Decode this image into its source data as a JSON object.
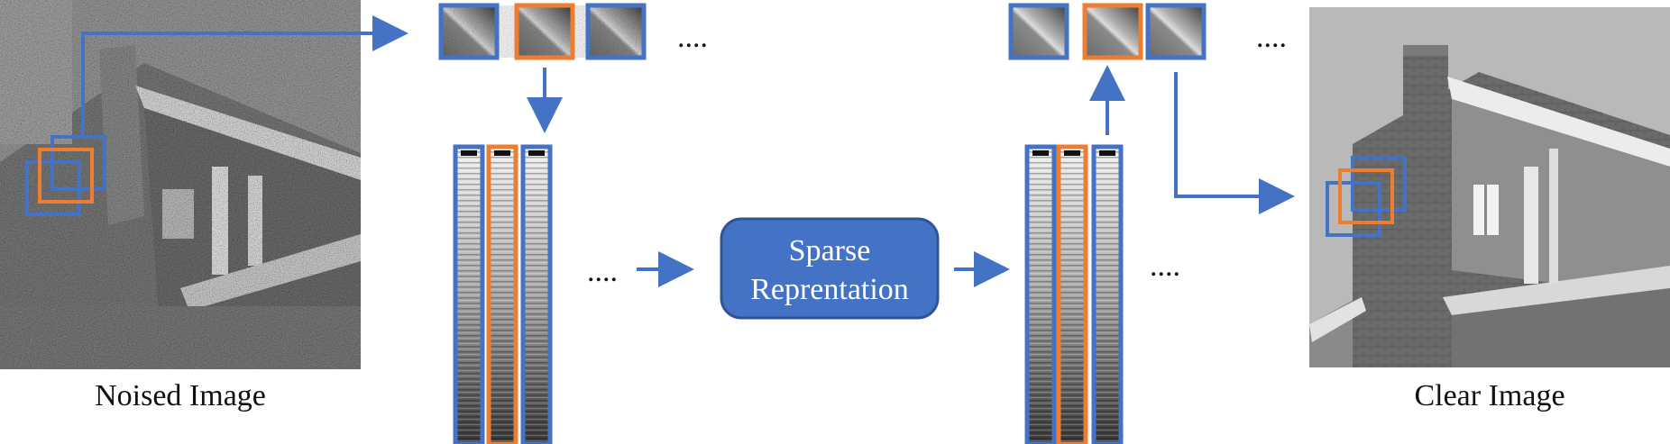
{
  "colors": {
    "blue": "#4472C4",
    "orange": "#ED7D31",
    "box_fill": "#4472C4",
    "box_stroke": "#2F5597"
  },
  "labels": {
    "noised": "Noised Image",
    "clear": "Clear Image",
    "sparse_line1": "Sparse",
    "sparse_line2": "Reprentation"
  },
  "ellipsis": "....",
  "patch_outlines": [
    "blue",
    "orange",
    "blue"
  ],
  "vector_outlines": [
    "blue",
    "orange",
    "blue"
  ]
}
